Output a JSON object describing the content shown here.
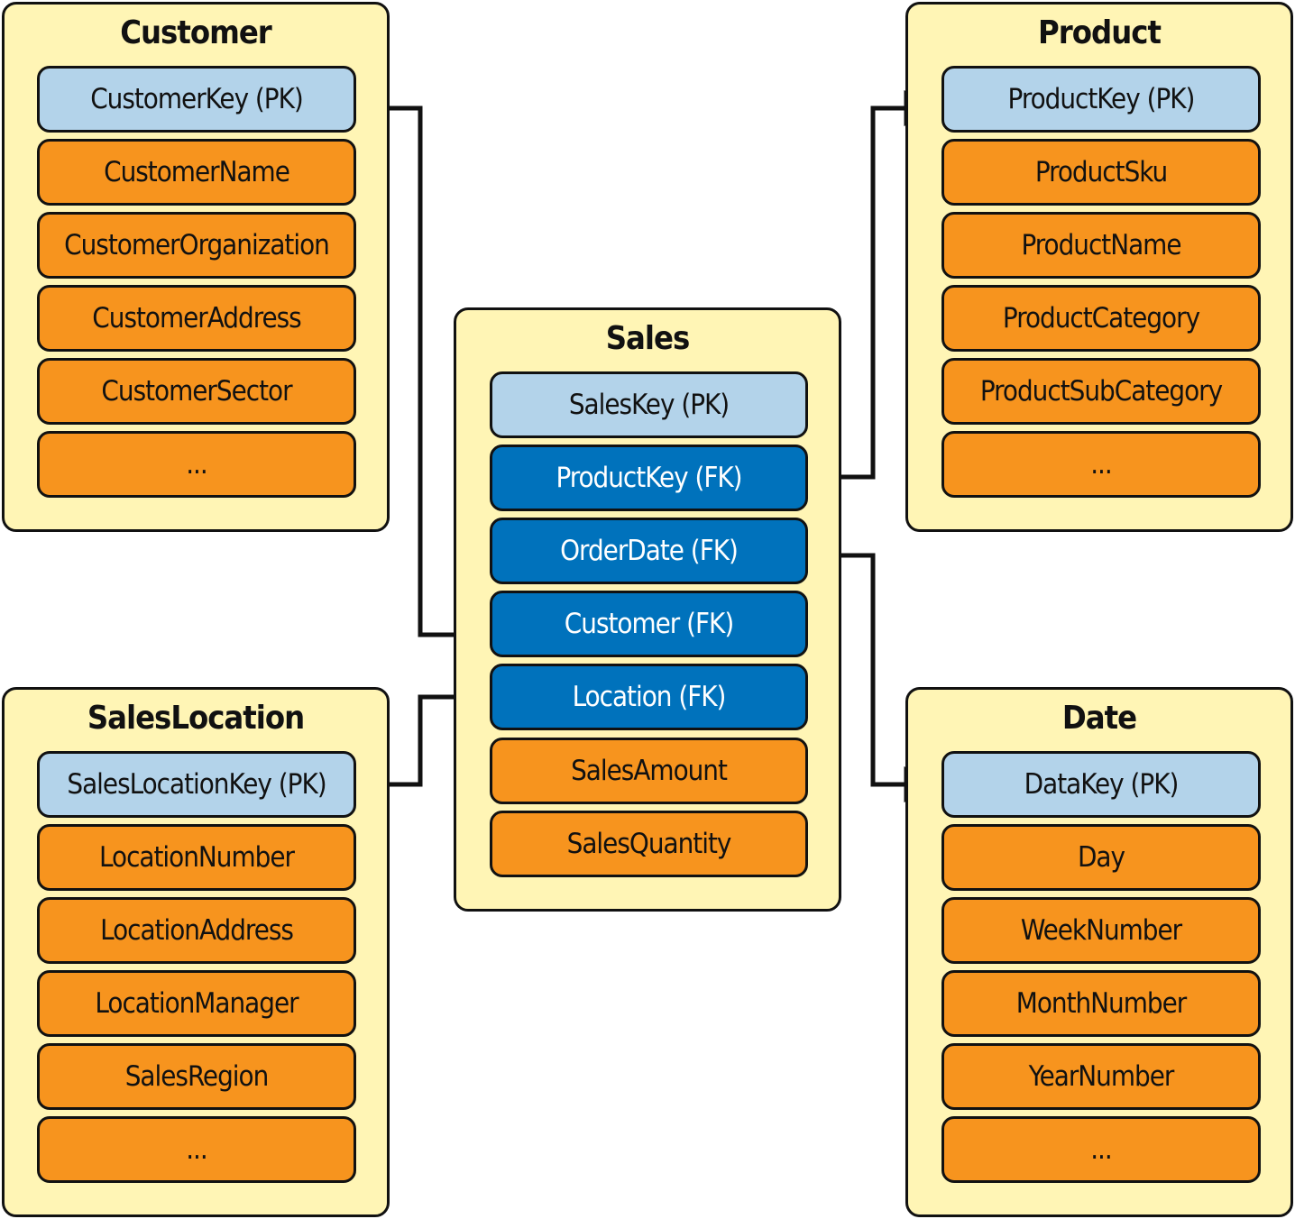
{
  "tables": {
    "customer": {
      "title": "Customer",
      "fields": [
        {
          "label": "CustomerKey (PK)",
          "kind": "pk"
        },
        {
          "label": "CustomerName",
          "kind": "attr"
        },
        {
          "label": "CustomerOrganization",
          "kind": "attr"
        },
        {
          "label": "CustomerAddress",
          "kind": "attr"
        },
        {
          "label": "CustomerSector",
          "kind": "attr"
        },
        {
          "label": "...",
          "kind": "attr"
        }
      ]
    },
    "product": {
      "title": "Product",
      "fields": [
        {
          "label": "ProductKey (PK)",
          "kind": "pk"
        },
        {
          "label": "ProductSku",
          "kind": "attr"
        },
        {
          "label": "ProductName",
          "kind": "attr"
        },
        {
          "label": "ProductCategory",
          "kind": "attr"
        },
        {
          "label": "ProductSubCategory",
          "kind": "attr"
        },
        {
          "label": "...",
          "kind": "attr"
        }
      ]
    },
    "sales": {
      "title": "Sales",
      "fields": [
        {
          "label": "SalesKey (PK)",
          "kind": "pk"
        },
        {
          "label": "ProductKey (FK)",
          "kind": "fk"
        },
        {
          "label": "OrderDate (FK)",
          "kind": "fk"
        },
        {
          "label": "Customer (FK)",
          "kind": "fk"
        },
        {
          "label": "Location (FK)",
          "kind": "fk"
        },
        {
          "label": "SalesAmount",
          "kind": "attr"
        },
        {
          "label": "SalesQuantity",
          "kind": "attr"
        }
      ]
    },
    "saleslocation": {
      "title": "SalesLocation",
      "fields": [
        {
          "label": "SalesLocationKey (PK)",
          "kind": "pk"
        },
        {
          "label": "LocationNumber",
          "kind": "attr"
        },
        {
          "label": "LocationAddress",
          "kind": "attr"
        },
        {
          "label": "LocationManager",
          "kind": "attr"
        },
        {
          "label": "SalesRegion",
          "kind": "attr"
        },
        {
          "label": "...",
          "kind": "attr"
        }
      ]
    },
    "date": {
      "title": "Date",
      "fields": [
        {
          "label": "DataKey (PK)",
          "kind": "pk"
        },
        {
          "label": "Day",
          "kind": "attr"
        },
        {
          "label": "WeekNumber",
          "kind": "attr"
        },
        {
          "label": "MonthNumber",
          "kind": "attr"
        },
        {
          "label": "YearNumber",
          "kind": "attr"
        },
        {
          "label": "...",
          "kind": "attr"
        }
      ]
    }
  },
  "relationships": [
    {
      "from": "sales.ProductKey (FK)",
      "to": "product.ProductKey (PK)"
    },
    {
      "from": "sales.OrderDate (FK)",
      "to": "date.DataKey (PK)"
    },
    {
      "from": "sales.Customer (FK)",
      "to": "customer.CustomerKey (PK)"
    },
    {
      "from": "sales.Location (FK)",
      "to": "saleslocation.SalesLocationKey (PK)"
    }
  ],
  "colors": {
    "table_background": "#fff5b5",
    "primary_key": "#b3d3ea",
    "foreign_key": "#0072bc",
    "attribute": "#f7941e",
    "outline": "#111111"
  }
}
